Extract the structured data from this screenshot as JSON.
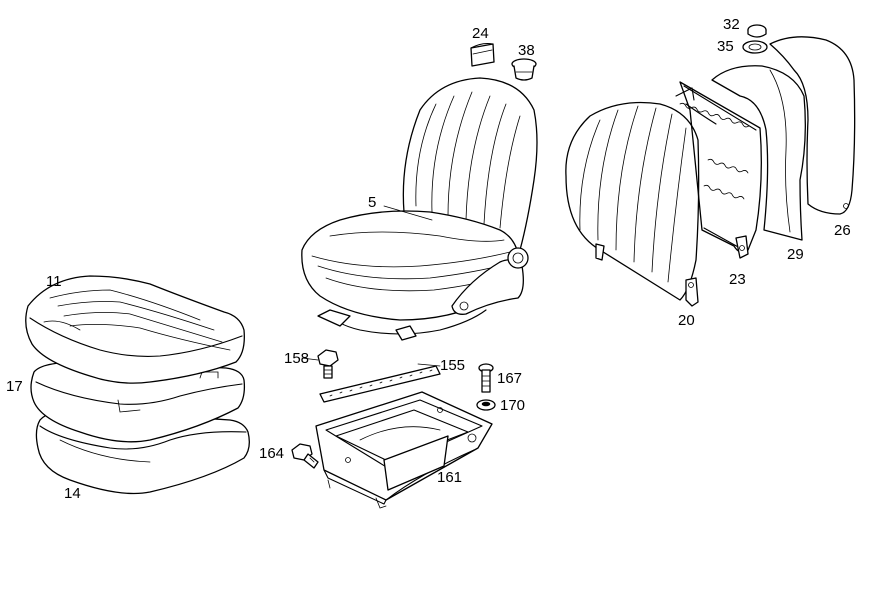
{
  "callouts": {
    "c5": "5",
    "c11": "11",
    "c14": "14",
    "c17": "17",
    "c20": "20",
    "c23": "23",
    "c24": "24",
    "c26": "26",
    "c29": "29",
    "c32": "32",
    "c35": "35",
    "c38": "38",
    "c155": "155",
    "c158": "158",
    "c161": "161",
    "c164": "164",
    "c167": "167",
    "c170": "170"
  }
}
